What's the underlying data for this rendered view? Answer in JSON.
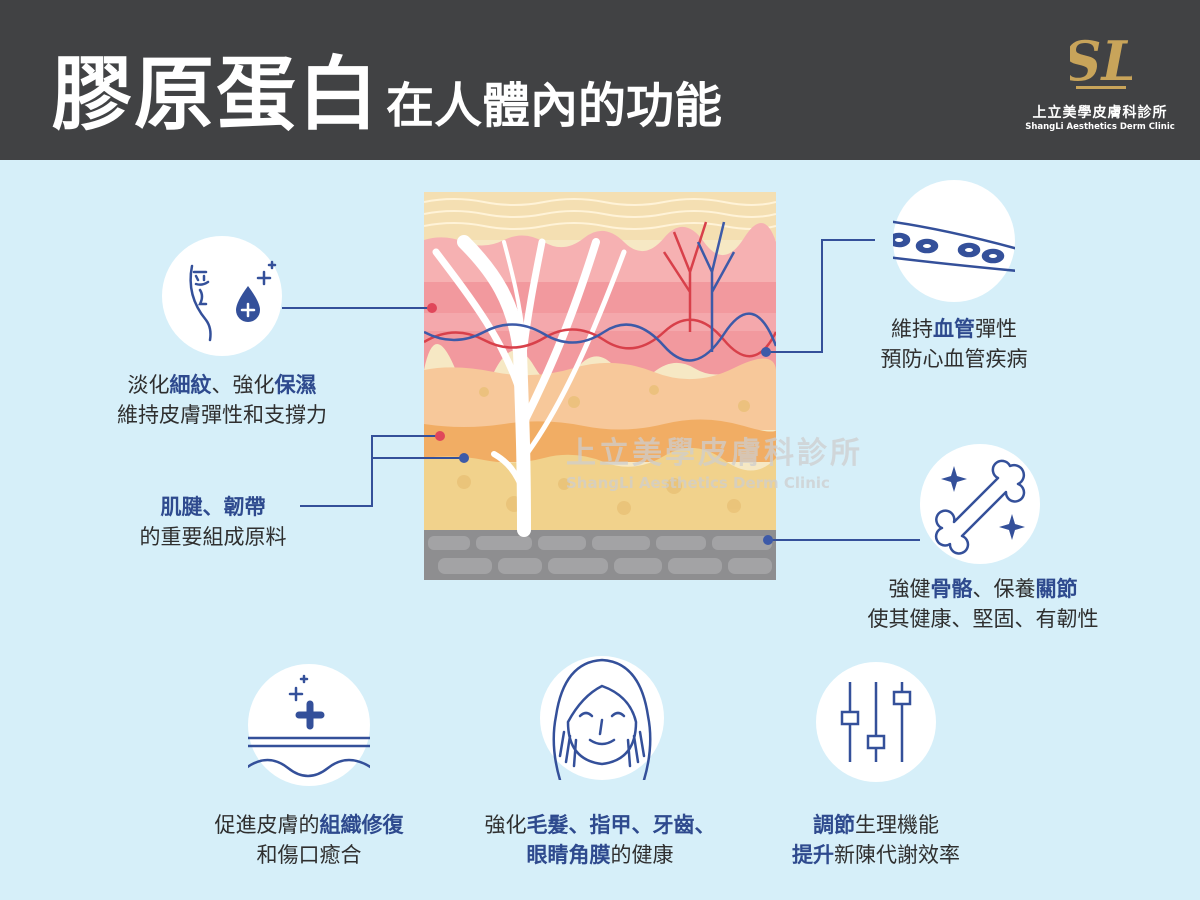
{
  "header": {
    "title_main": "膠原蛋白",
    "title_sub": "在人體內的功能",
    "logo_letters": "SL",
    "logo_name_zh": "上立美學皮膚科診所",
    "logo_name_en": "ShangLi Aesthetics Derm Clinic"
  },
  "watermark": {
    "zh": "上立美學皮膚科診所",
    "en": "ShangLi Aesthetics Derm Clinic"
  },
  "functions": {
    "skin": {
      "line1": [
        "淡化",
        "細紋",
        "、強化",
        "保濕"
      ],
      "line2": "維持皮膚彈性和支撐力"
    },
    "tendon": {
      "line1": "肌腱、韌帶",
      "line2": "的重要組成原料"
    },
    "vessel": {
      "line1": [
        "維持",
        "血管",
        "彈性"
      ],
      "line2": "預防心血管疾病"
    },
    "bone": {
      "line1": [
        "強健",
        "骨骼",
        "、保養",
        "關節"
      ],
      "line2": "使其健康、堅固、有韌性"
    },
    "repair": {
      "line1": [
        "促進皮膚的",
        "組織修復"
      ],
      "line2": "和傷口癒合"
    },
    "hair": {
      "line1": [
        "強化",
        "毛髮、指甲、牙齒",
        "、"
      ],
      "line2": [
        "眼睛角膜",
        "的健康"
      ]
    },
    "metabolism": {
      "line1": [
        "調節",
        "生理機能"
      ],
      "line2": [
        "提升",
        "新陳代謝效率"
      ]
    }
  },
  "colors": {
    "header_bg": "#414244",
    "page_bg": "#d6eff9",
    "accent_blue": "#2e4a8e",
    "connector_line": "#34509a",
    "dot_red": "#e0475a",
    "logo_gold": "#c8a45a"
  },
  "icons": [
    "face-droplet-icon",
    "blood-vessel-icon",
    "bone-icon",
    "skin-repair-icon",
    "smiling-woman-icon",
    "sliders-icon"
  ]
}
